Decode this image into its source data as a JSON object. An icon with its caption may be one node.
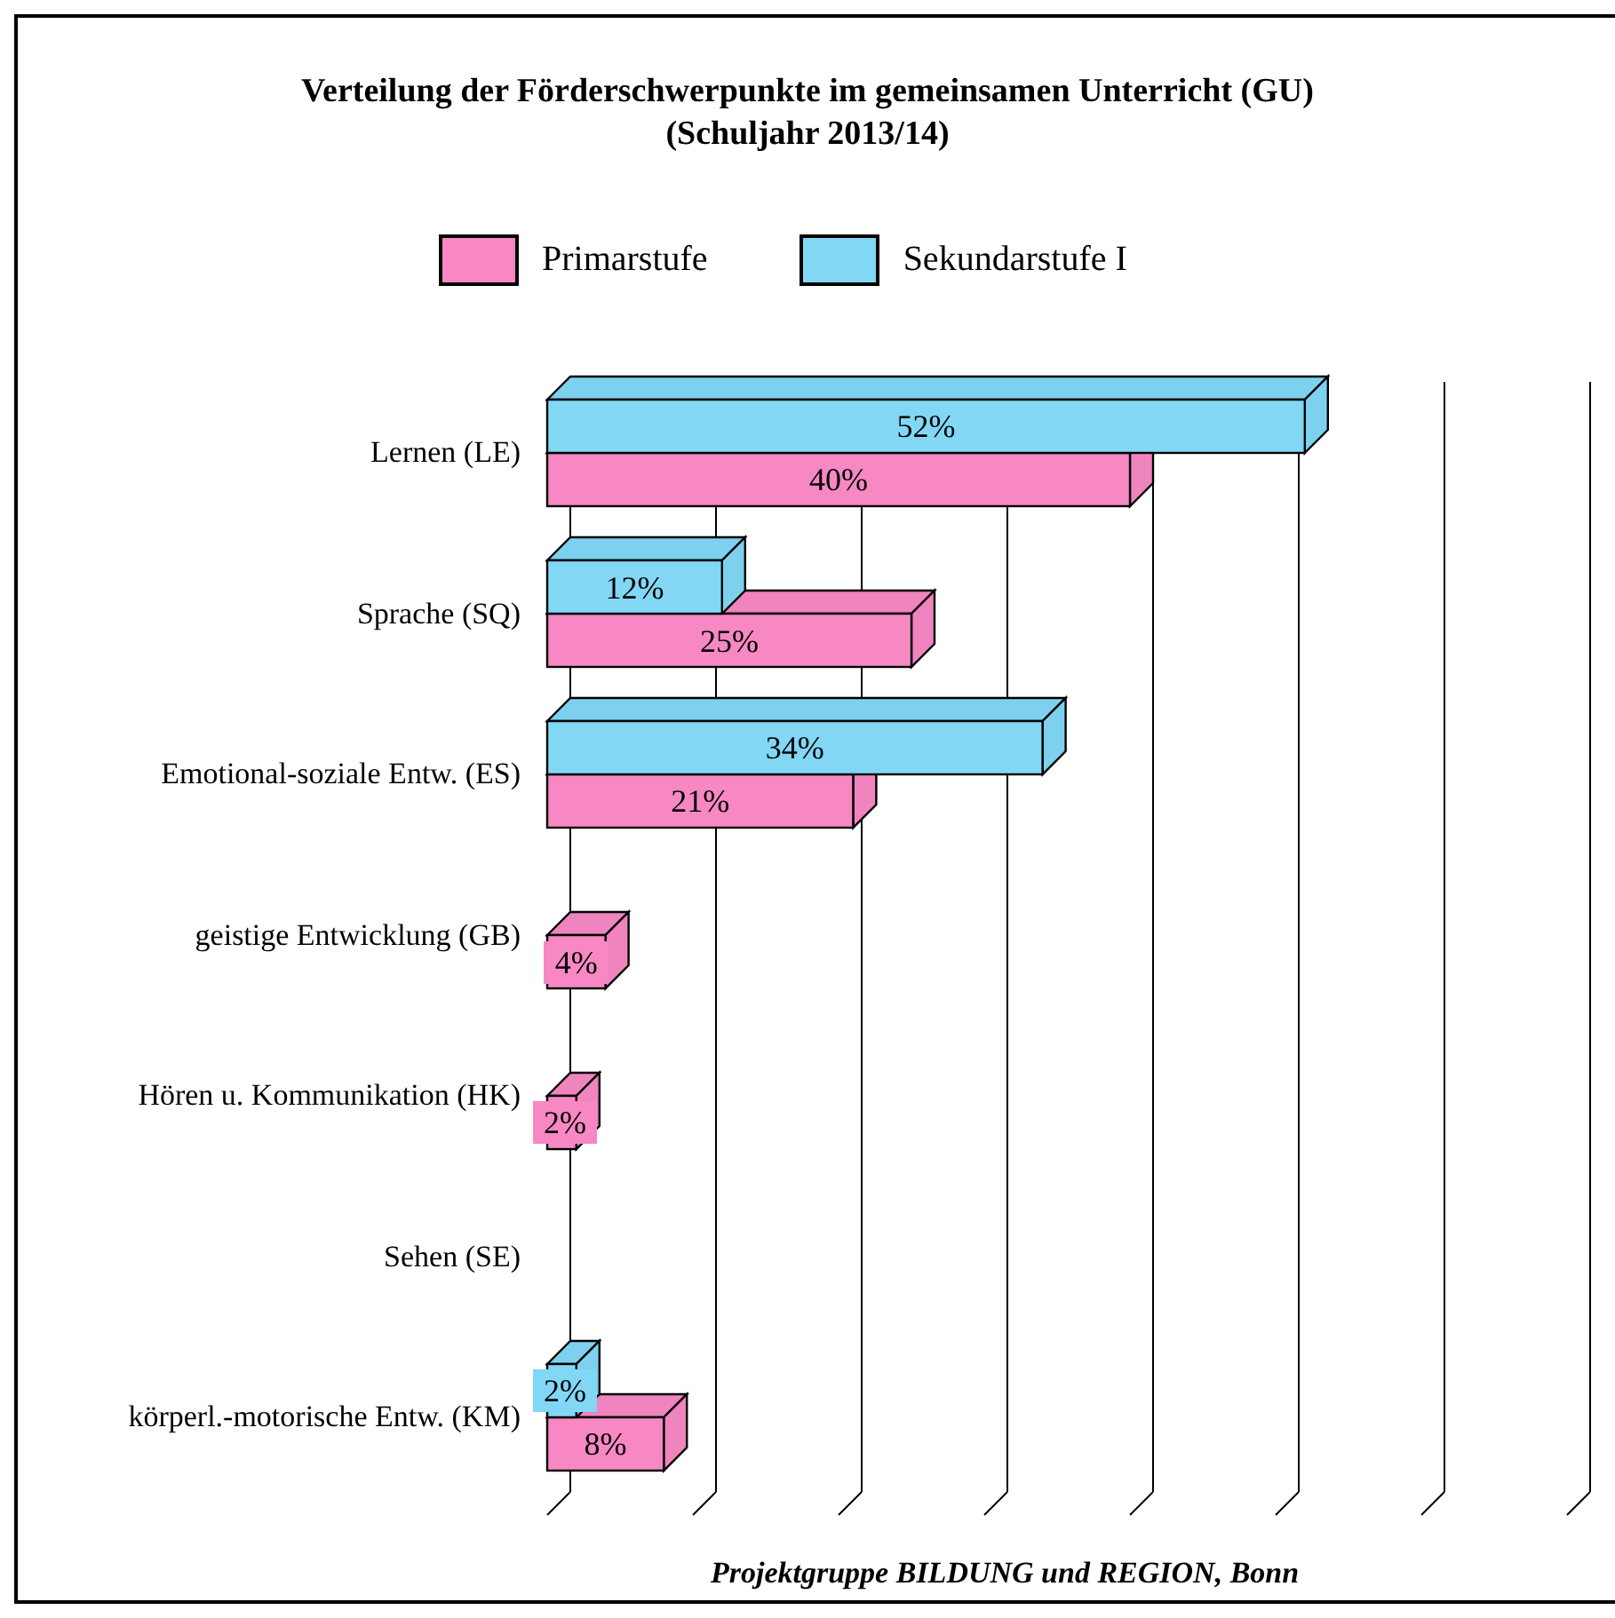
{
  "diagram": {
    "title": "Verteilung der Förderschwerpunkte im gemeinsamen Unterricht (GU) (Schuljahr 2013/14)",
    "caption": "Projektgruppe BILDUNG und REGION, Bonn",
    "chart_data": {
      "type": "bar",
      "orientation": "horizontal",
      "categories": [
        "Lernen (LE)",
        "Sprache (SQ)",
        "Emotional-soziale Entw. (ES)",
        "geistige Entwicklung (GB)",
        "Hören u. Kommunikation (HK)",
        "Sehen (SE)",
        "körperl.-motorische Entw. (KM)"
      ],
      "series": [
        {
          "name": "Primarstufe",
          "color": "#f788c4",
          "values": [
            40,
            25,
            21,
            4,
            2,
            null,
            8
          ],
          "value_labels": [
            "40%",
            "25%",
            "21%",
            "4%",
            "2%",
            null,
            "8%"
          ]
        },
        {
          "name": "Sekundarstufe I",
          "color": "#82d7f5",
          "values": [
            52,
            12,
            34,
            null,
            null,
            null,
            2
          ],
          "value_labels": [
            "52%",
            "12%",
            "34%",
            null,
            null,
            null,
            "2%"
          ]
        }
      ]
    }
  }
}
